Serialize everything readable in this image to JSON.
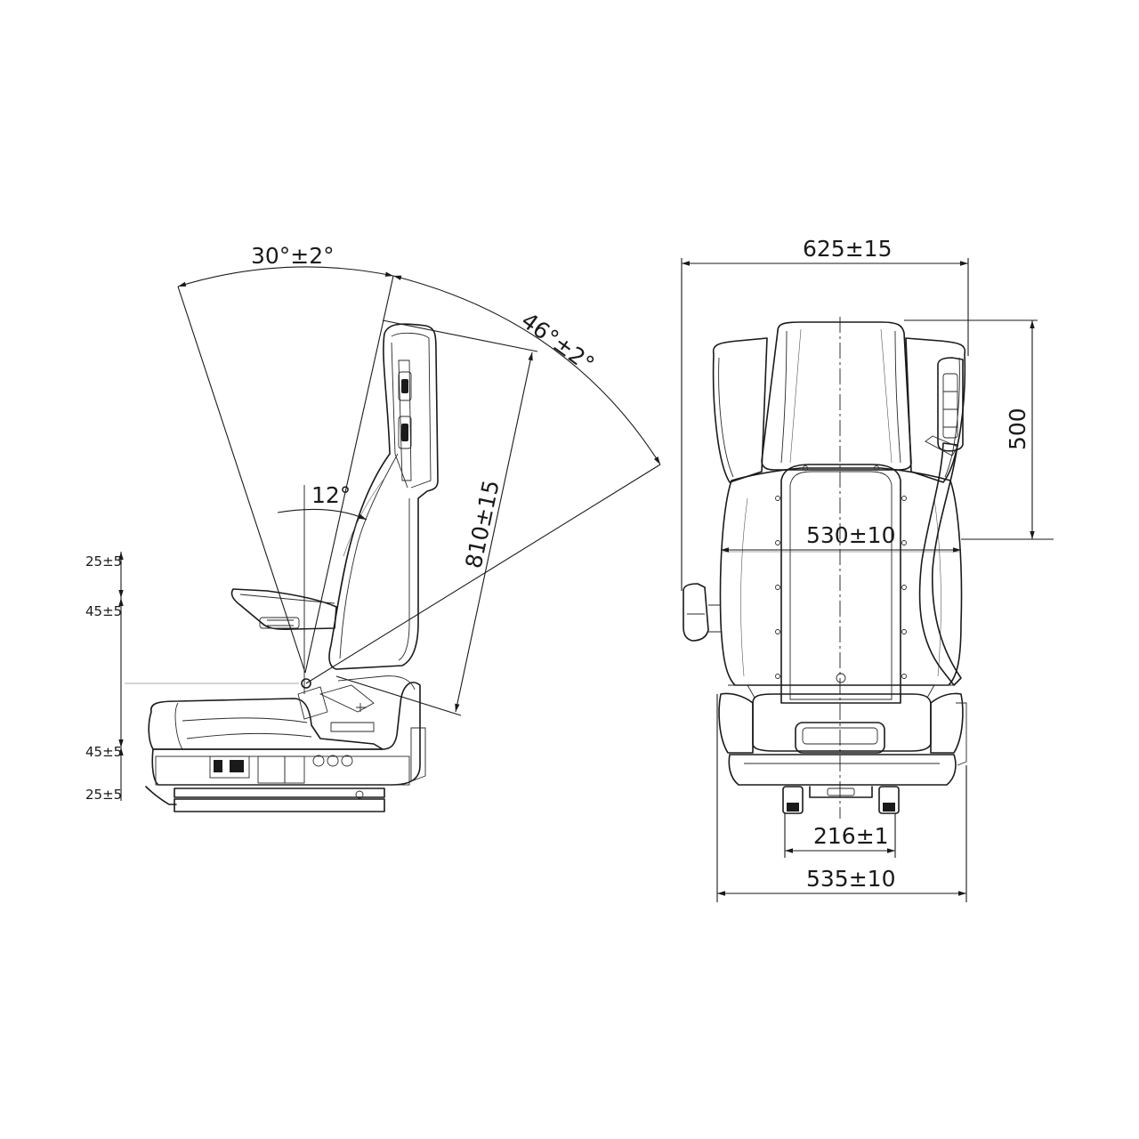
{
  "side_view": {
    "angle_recline": "30°±2°",
    "angle_fold": "46°±2°",
    "angle_back": "12°",
    "backrest_height": "810±15",
    "vertical_dims": [
      "25±5",
      "45±5",
      "45±5",
      "25±5"
    ]
  },
  "front_view": {
    "overall_width": "625±15",
    "headrest_height": "500",
    "seat_width": "530±10",
    "rail_spacing": "216±1",
    "base_width": "535±10"
  }
}
